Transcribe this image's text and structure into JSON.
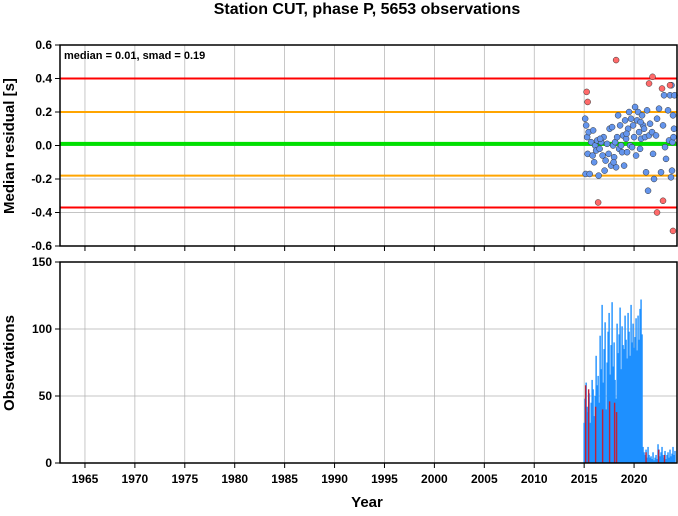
{
  "chart_data": [
    {
      "type": "scatter",
      "title": "Station CUT, phase P, 5653 observations",
      "xlabel": "",
      "ylabel": "Median residual [s]",
      "annotation": "median = 0.01, smad = 0.19",
      "xlim": [
        1962.5,
        2024.3
      ],
      "ylim": [
        -0.6,
        0.6
      ],
      "yticks": [
        "0.6",
        "0.4",
        "0.2",
        "0.0",
        "-0.2",
        "-0.4",
        "-0.6"
      ],
      "ytick_values": [
        0.6,
        0.4,
        0.2,
        0.0,
        -0.2,
        -0.4,
        -0.6
      ],
      "grid": true,
      "reference_lines": [
        {
          "name": "median",
          "y": 0.01,
          "color": "#00e000"
        },
        {
          "name": "+1 smad",
          "y": 0.2,
          "color": "#ffa500"
        },
        {
          "name": "-1 smad",
          "y": -0.18,
          "color": "#ffa500"
        },
        {
          "name": "+2 smad",
          "y": 0.4,
          "color": "#ff0000"
        },
        {
          "name": "-2 smad",
          "y": -0.37,
          "color": "#ff0000"
        }
      ],
      "series": [
        {
          "color": "#6495ed",
          "points": [
            [
              2015.1,
              0.16
            ],
            [
              2015.15,
              -0.17
            ],
            [
              2015.2,
              0.12
            ],
            [
              2015.3,
              0.05
            ],
            [
              2015.35,
              -0.05
            ],
            [
              2015.45,
              0.08
            ],
            [
              2015.55,
              -0.17
            ],
            [
              2015.7,
              0.02
            ],
            [
              2015.85,
              -0.06
            ],
            [
              2016.0,
              -0.1
            ],
            [
              2016.1,
              0.0
            ],
            [
              2016.2,
              -0.03
            ],
            [
              2016.3,
              0.03
            ],
            [
              2016.45,
              -0.18
            ],
            [
              2016.55,
              -0.02
            ],
            [
              2016.7,
              0.02
            ],
            [
              2016.85,
              -0.06
            ],
            [
              2016.95,
              0.05
            ],
            [
              2017.05,
              -0.15
            ],
            [
              2017.15,
              -0.09
            ],
            [
              2017.3,
              0.01
            ],
            [
              2017.45,
              -0.05
            ],
            [
              2017.55,
              0.1
            ],
            [
              2017.7,
              -0.12
            ],
            [
              2017.8,
              0.11
            ],
            [
              2017.9,
              0.0
            ],
            [
              2018.0,
              -0.07
            ],
            [
              2018.1,
              0.02
            ],
            [
              2018.2,
              -0.13
            ],
            [
              2018.3,
              0.05
            ],
            [
              2018.4,
              0.18
            ],
            [
              2018.5,
              -0.02
            ],
            [
              2018.6,
              0.12
            ],
            [
              2018.7,
              0.0
            ],
            [
              2018.8,
              -0.04
            ],
            [
              2018.9,
              0.06
            ],
            [
              2019.0,
              -0.12
            ],
            [
              2019.1,
              0.15
            ],
            [
              2019.2,
              0.04
            ],
            [
              2019.3,
              -0.04
            ],
            [
              2019.4,
              0.1
            ],
            [
              2019.5,
              0.2
            ],
            [
              2019.6,
              0.0
            ],
            [
              2019.7,
              0.16
            ],
            [
              2019.8,
              -0.01
            ],
            [
              2019.9,
              0.12
            ],
            [
              2020.0,
              0.05
            ],
            [
              2020.1,
              0.23
            ],
            [
              2020.2,
              -0.06
            ],
            [
              2020.3,
              0.15
            ],
            [
              2020.4,
              0.2
            ],
            [
              2020.5,
              0.08
            ],
            [
              2020.6,
              -0.02
            ],
            [
              2020.7,
              0.04
            ],
            [
              2020.8,
              0.18
            ],
            [
              2020.9,
              0.12
            ],
            [
              2021.0,
              0.1
            ],
            [
              2021.1,
              0.05
            ],
            [
              2021.2,
              -0.16
            ],
            [
              2021.3,
              0.21
            ],
            [
              2021.4,
              -0.27
            ],
            [
              2021.5,
              0.06
            ],
            [
              2021.6,
              0.13
            ],
            [
              2021.8,
              0.08
            ],
            [
              2021.9,
              -0.05
            ],
            [
              2022.0,
              -0.2
            ],
            [
              2022.2,
              0.06
            ],
            [
              2022.3,
              0.16
            ],
            [
              2022.5,
              0.22
            ],
            [
              2022.7,
              -0.16
            ],
            [
              2022.9,
              0.12
            ],
            [
              2023.0,
              0.3
            ],
            [
              2023.1,
              -0.01
            ],
            [
              2023.2,
              -0.08
            ],
            [
              2023.4,
              0.21
            ],
            [
              2023.5,
              0.03
            ],
            [
              2023.6,
              0.3
            ],
            [
              2023.7,
              -0.19
            ],
            [
              2023.75,
              0.36
            ],
            [
              2023.8,
              -0.15
            ],
            [
              2023.85,
              0.02
            ],
            [
              2023.9,
              0.18
            ],
            [
              2023.95,
              0.05
            ],
            [
              2024.0,
              0.1
            ],
            [
              2024.05,
              0.3
            ],
            [
              2016.6,
              0.04
            ],
            [
              2017.95,
              -0.1
            ],
            [
              2019.25,
              0.07
            ],
            [
              2020.65,
              0.14
            ],
            [
              2015.9,
              0.09
            ]
          ]
        },
        {
          "color": "#ff6a6a",
          "points": [
            [
              2015.25,
              0.32
            ],
            [
              2015.35,
              0.26
            ],
            [
              2016.4,
              -0.34
            ],
            [
              2018.2,
              0.51
            ],
            [
              2021.5,
              0.37
            ],
            [
              2021.85,
              0.41
            ],
            [
              2022.3,
              -0.4
            ],
            [
              2022.8,
              0.34
            ],
            [
              2022.9,
              -0.33
            ],
            [
              2023.6,
              0.36
            ],
            [
              2023.9,
              -0.51
            ]
          ]
        }
      ]
    },
    {
      "type": "bar",
      "title": "",
      "xlabel": "Year",
      "ylabel": "Observations",
      "xlim": [
        1962.5,
        2024.3
      ],
      "ylim": [
        0,
        150
      ],
      "xticks": [
        "1965",
        "1970",
        "1975",
        "1980",
        "1985",
        "1990",
        "1995",
        "2000",
        "2005",
        "2010",
        "2015",
        "2020"
      ],
      "xtick_values": [
        1965,
        1970,
        1975,
        1980,
        1985,
        1990,
        1995,
        2000,
        2005,
        2010,
        2015,
        2020
      ],
      "yticks": [
        "150",
        "100",
        "50",
        "0"
      ],
      "ytick_values": [
        150,
        100,
        50,
        0
      ],
      "grid": true,
      "series": [
        {
          "name": "",
          "color": "#1e90ff",
          "x": [
            2015.0,
            2015.1,
            2015.2,
            2015.3,
            2015.4,
            2015.5,
            2015.6,
            2015.7,
            2015.8,
            2015.9,
            2016.0,
            2016.1,
            2016.2,
            2016.3,
            2016.4,
            2016.5,
            2016.6,
            2016.7,
            2016.8,
            2016.9,
            2017.0,
            2017.1,
            2017.2,
            2017.3,
            2017.4,
            2017.5,
            2017.6,
            2017.7,
            2017.8,
            2017.9,
            2018.0,
            2018.1,
            2018.2,
            2018.3,
            2018.4,
            2018.5,
            2018.6,
            2018.7,
            2018.8,
            2018.9,
            2019.0,
            2019.1,
            2019.2,
            2019.3,
            2019.4,
            2019.5,
            2019.6,
            2019.7,
            2019.8,
            2019.9,
            2020.0,
            2020.1,
            2020.2,
            2020.3,
            2020.4,
            2020.5,
            2020.6,
            2020.7,
            2020.8,
            2020.9,
            2021.0,
            2021.1,
            2021.2,
            2021.3,
            2021.4,
            2021.5,
            2021.6,
            2021.7,
            2021.8,
            2021.9,
            2022.0,
            2022.1,
            2022.2,
            2022.3,
            2022.4,
            2022.5,
            2022.6,
            2022.7,
            2022.8,
            2022.9,
            2023.0,
            2023.1,
            2023.2,
            2023.3,
            2023.4,
            2023.5,
            2023.6,
            2023.7,
            2023.8,
            2023.9,
            2024.0,
            2024.1
          ],
          "values": [
            30,
            48,
            60,
            42,
            38,
            52,
            30,
            45,
            62,
            55,
            35,
            50,
            80,
            58,
            65,
            45,
            95,
            70,
            118,
            60,
            85,
            105,
            40,
            75,
            98,
            112,
            66,
            88,
            120,
            72,
            90,
            62,
            48,
            104,
            82,
            96,
            116,
            70,
            102,
            88,
            85,
            110,
            92,
            78,
            112,
            98,
            80,
            118,
            90,
            104,
            86,
            94,
            108,
            84,
            110,
            92,
            115,
            122,
            96,
            12,
            8,
            6,
            10,
            4,
            12,
            6,
            4,
            5,
            3,
            8,
            2,
            4,
            6,
            3,
            14,
            10,
            5,
            8,
            12,
            6,
            4,
            9,
            3,
            6,
            8,
            4,
            10,
            5,
            7,
            12,
            6,
            9
          ]
        },
        {
          "name": "",
          "color": "#c0203a",
          "x": [
            2015.15,
            2015.45,
            2016.15,
            2016.85,
            2017.55,
            2018.05,
            2018.25,
            2021.2,
            2022.45,
            2023.05
          ],
          "values": [
            58,
            55,
            42,
            40,
            46,
            45,
            38,
            8,
            10,
            6
          ]
        }
      ]
    }
  ]
}
